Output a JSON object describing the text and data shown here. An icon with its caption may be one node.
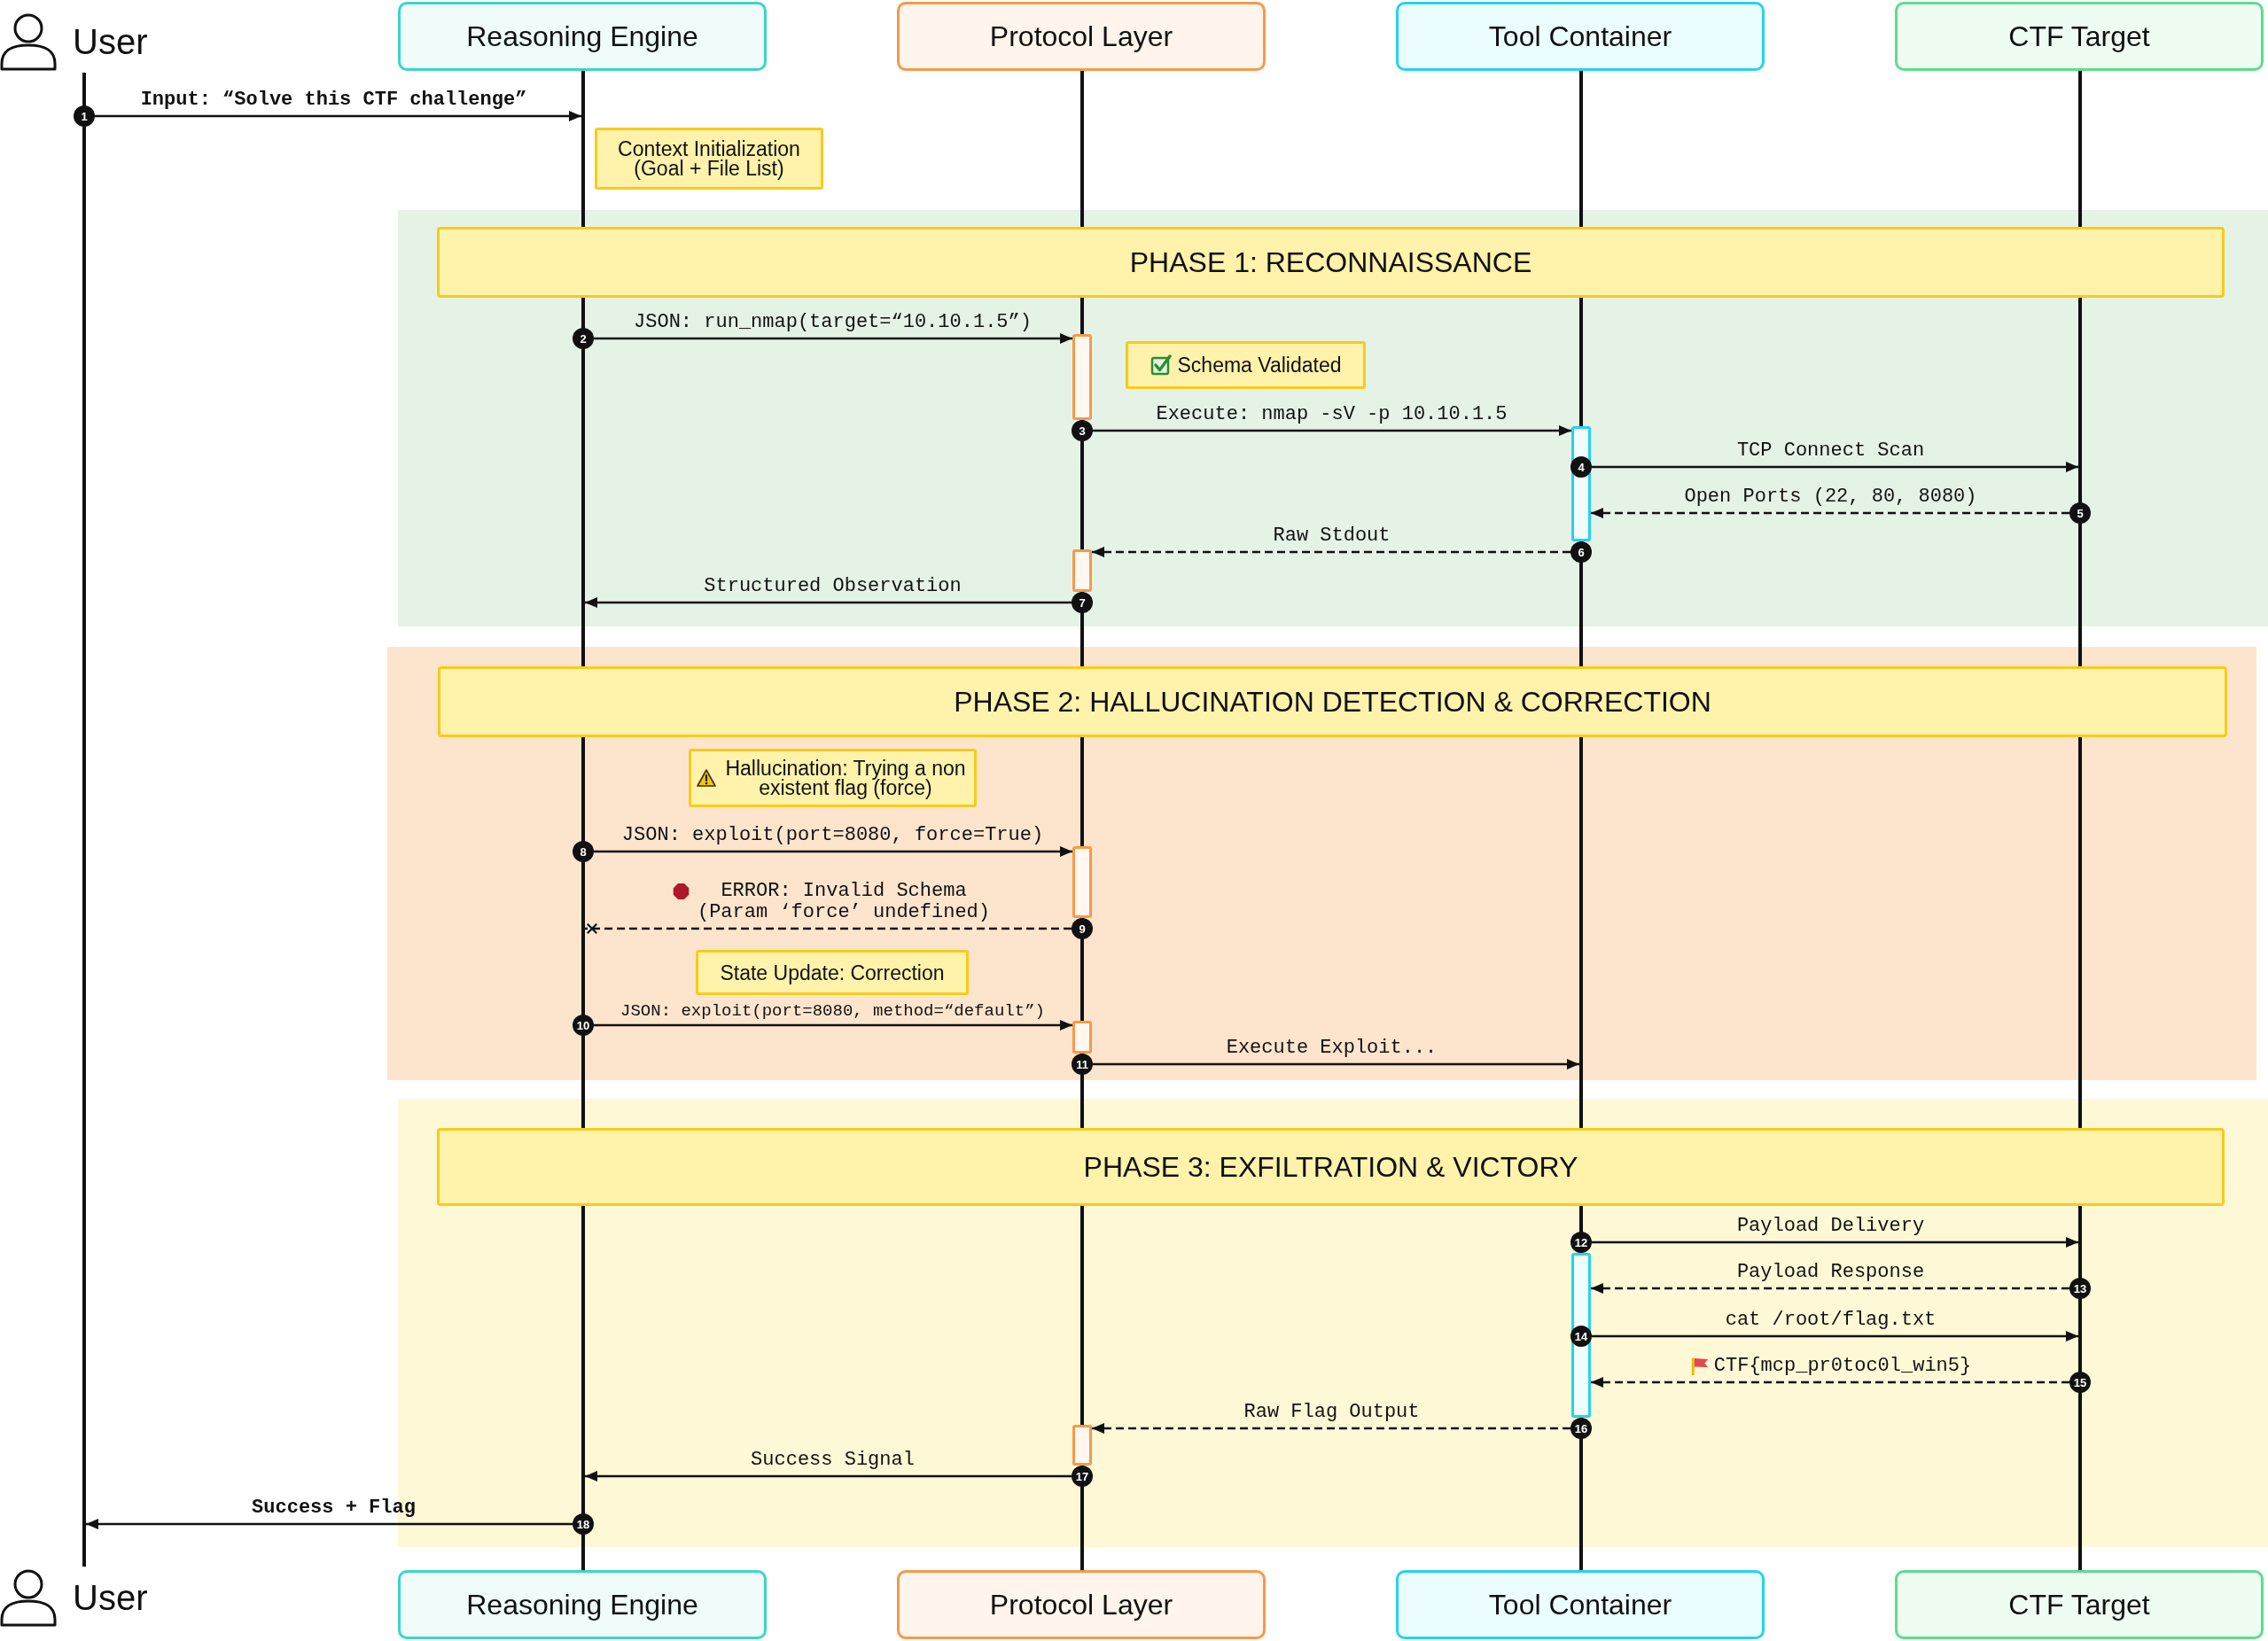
{
  "diagram": {
    "nodes": [
      {
        "text": [
          "User"
        ]
      },
      {
        "text": [
          "Reasoning Engine"
        ]
      },
      {
        "text": [
          "Protocol Layer"
        ]
      },
      {
        "text": [
          "Tool Container"
        ]
      },
      {
        "text": [
          "CTF Target"
        ]
      },
      {
        "text": [
          "Context Initialization (Goal + File List)"
        ]
      },
      {
        "text": [
          "PHASE 1: RECONNAISSANCE"
        ]
      },
      {
        "text": [
          "Schema Validated"
        ],
        "in": 6
      },
      {
        "text": [
          "PHASE 2: HALLUCINATION DETECTION & CORRECTION"
        ]
      },
      {
        "text": [
          "Hallucination: Trying a non existent flag (force)"
        ],
        "in": 8
      },
      {
        "text": [
          "State Update: Correction"
        ],
        "in": 8
      },
      {
        "text": [
          "PHASE 3: EXFILTRATION & VICTORY"
        ]
      },
      {
        "text": [
          "User"
        ]
      },
      {
        "text": [
          "Reasoning Engine"
        ]
      },
      {
        "text": [
          "Protocol Layer"
        ]
      },
      {
        "text": [
          "Tool Container"
        ]
      },
      {
        "text": [
          "CTF Target"
        ]
      },
      {
        "text": [],
        "shape": "line"
      },
      {
        "text": [],
        "shape": "line"
      },
      {
        "text": [],
        "shape": "line"
      },
      {
        "text": [],
        "shape": "line"
      },
      {
        "text": [],
        "shape": "line"
      },
      {
        "text": [],
        "shape": "bar",
        "in": 6
      },
      {
        "text": [],
        "shape": "bar",
        "in": 6
      },
      {
        "text": [],
        "shape": "bar",
        "in": 6
      },
      {
        "text": [],
        "shape": "bar",
        "in": 8
      },
      {
        "text": [],
        "shape": "bar",
        "in": 8
      },
      {
        "text": [],
        "shape": "bar",
        "in": 11
      },
      {
        "text": [],
        "shape": "bar",
        "in": 11
      },
      {
        "text": [
          "1"
        ]
      },
      {
        "text": [
          "2"
        ],
        "in": 6
      },
      {
        "text": [
          "3"
        ],
        "in": 6
      },
      {
        "text": [
          "4"
        ],
        "in": 23
      },
      {
        "text": [
          "5"
        ],
        "in": 6
      },
      {
        "text": [
          "6"
        ],
        "in": 6
      },
      {
        "text": [
          "7"
        ],
        "in": 6
      },
      {
        "text": [
          "8"
        ],
        "in": 8
      },
      {
        "text": [
          "9"
        ],
        "in": 8
      },
      {
        "text": [
          "10"
        ],
        "in": 8
      },
      {
        "text": [
          "11"
        ],
        "in": 8
      },
      {
        "text": [
          "12"
        ],
        "in": 11
      },
      {
        "text": [
          "13"
        ],
        "in": 11
      },
      {
        "text": [
          "14"
        ],
        "in": 27
      },
      {
        "text": [
          "15"
        ],
        "in": 11
      },
      {
        "text": [
          "16"
        ],
        "in": 11
      },
      {
        "text": [
          "17"
        ],
        "in": 11
      },
      {
        "text": [
          "18"
        ],
        "in": 11
      }
    ],
    "edges": [
      {
        "from": 29,
        "to": 18,
        "arrow": "to",
        "label": "Input: “Solve this CTF challenge”"
      },
      {
        "from": 30,
        "to": 22,
        "arrow": "to",
        "label": "JSON: run_nmap(target=“10.10.1.5”)"
      },
      {
        "from": 31,
        "to": 23,
        "arrow": "to",
        "label": "Execute: nmap -sV -p 10.10.1.5"
      },
      {
        "from": 32,
        "to": 21,
        "arrow": "to",
        "label": "TCP Connect Scan"
      },
      {
        "from": 33,
        "to": 23,
        "arrow": "to",
        "label": "Open Ports (22, 80, 8080)",
        "style": "dashed"
      },
      {
        "from": 34,
        "to": 24,
        "arrow": "to",
        "label": "Raw Stdout",
        "style": "dashed"
      },
      {
        "from": 35,
        "to": 18,
        "arrow": "to",
        "label": "Structured Observation"
      },
      {
        "from": 36,
        "to": 25,
        "arrow": "to",
        "label": "JSON: exploit(port=8080, force=True)"
      },
      {
        "from": 37,
        "to": 18,
        "arrow": "other",
        "label": "ERROR: Invalid Schema (Param ‘force’ undefined)",
        "style": "dashed"
      },
      {
        "from": 38,
        "to": 26,
        "arrow": "to",
        "label": "JSON: exploit(port=8080, method=“default”)"
      },
      {
        "from": 39,
        "to": 20,
        "arrow": "to",
        "label": "Execute Exploit..."
      },
      {
        "from": 40,
        "to": 21,
        "arrow": "to",
        "label": "Payload Delivery"
      },
      {
        "from": 41,
        "to": 27,
        "arrow": "to",
        "label": "Payload Response",
        "style": "dashed"
      },
      {
        "from": 42,
        "to": 21,
        "arrow": "to",
        "label": "cat /root/flag.txt"
      },
      {
        "from": 43,
        "to": 27,
        "arrow": "to",
        "label": "CTF{mcp_pr0toc0l_win5}",
        "style": "dashed"
      },
      {
        "from": 44,
        "to": 28,
        "arrow": "to",
        "label": "Raw Flag Output",
        "style": "dashed"
      },
      {
        "from": 45,
        "to": 18,
        "arrow": "to",
        "label": "Success Signal"
      },
      {
        "from": 46,
        "to": 17,
        "arrow": "to",
        "label": "Success + Flag"
      }
    ]
  }
}
